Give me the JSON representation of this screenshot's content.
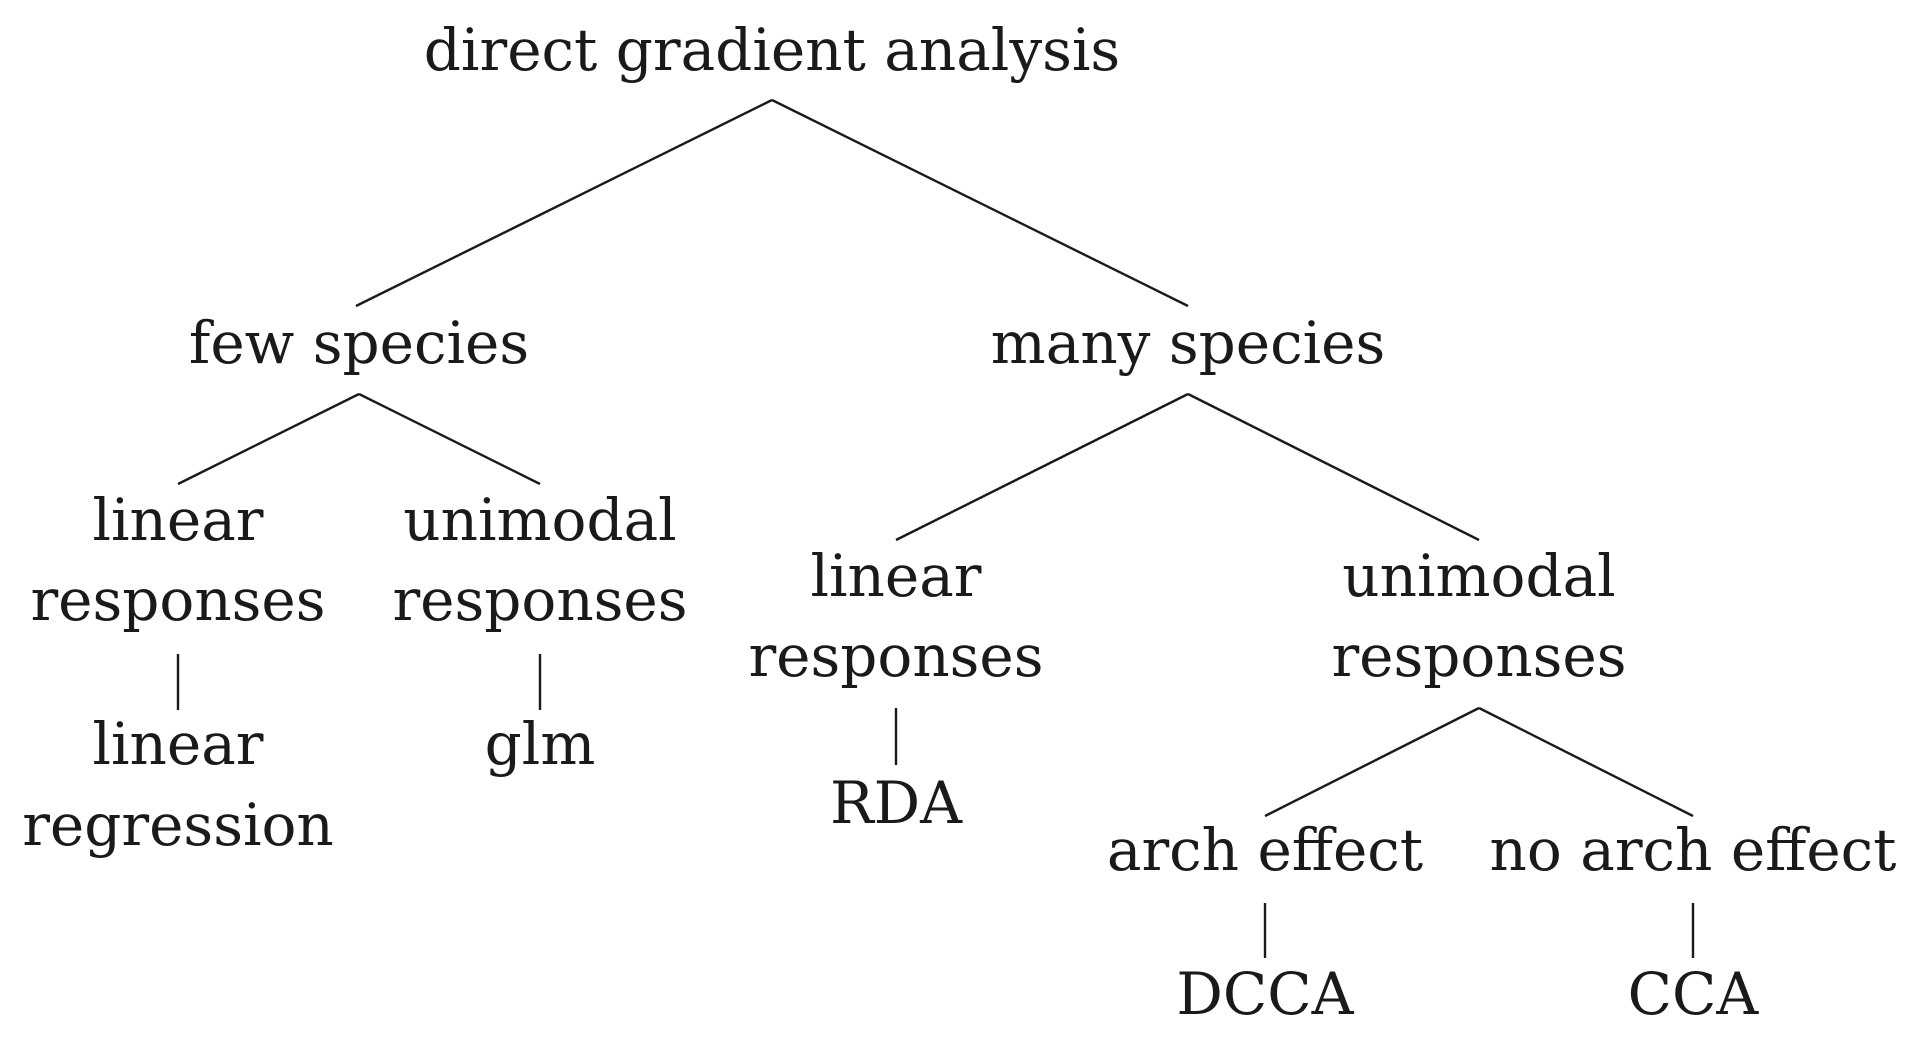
{
  "diagram": {
    "root": {
      "label": "direct gradient analysis"
    },
    "few_species": {
      "label": "few species",
      "linear": {
        "line1": "linear",
        "line2": "responses"
      },
      "linear_method": {
        "line1": "linear",
        "line2": "regression"
      },
      "unimodal": {
        "line1": "unimodal",
        "line2": "responses"
      },
      "unimodal_method": {
        "label": "glm"
      }
    },
    "many_species": {
      "label": "many species",
      "linear": {
        "line1": "linear",
        "line2": "responses"
      },
      "linear_method": {
        "label": "RDA"
      },
      "unimodal": {
        "line1": "unimodal",
        "line2": "responses"
      },
      "arch_effect": {
        "label": "arch effect",
        "method": "DCCA"
      },
      "no_arch_effect": {
        "label": "no arch effect",
        "method": "CCA"
      }
    }
  }
}
